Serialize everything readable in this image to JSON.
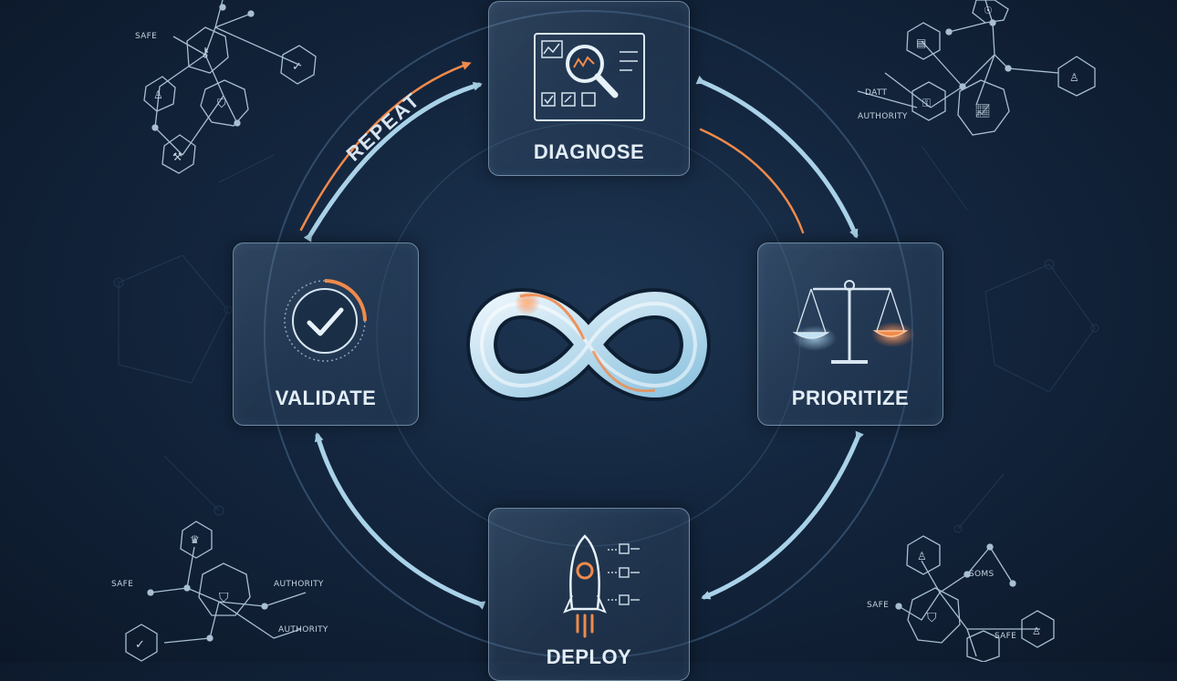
{
  "stages": {
    "diagnose": {
      "label": "DIAGNOSE",
      "icon": "magnifier-dashboard-icon"
    },
    "prioritize": {
      "label": "PRIORITIZE",
      "icon": "scales-icon"
    },
    "deploy": {
      "label": "DEPLOY",
      "icon": "rocket-icon"
    },
    "validate": {
      "label": "VALIDATE",
      "icon": "check-circle-icon"
    }
  },
  "repeat_label": "REPEAT",
  "center_icon": "infinity-icon",
  "colors": {
    "accent_orange": "#f08a4b",
    "arrow_blue": "#a9d2e8",
    "background": "#13253d"
  },
  "network_labels": {
    "top_left": [
      "SAFE"
    ],
    "top_right": [
      "DATT",
      "AUTHORITY"
    ],
    "bottom_left": [
      "SAFE",
      "AUTHORITY",
      "AUTHORITY"
    ],
    "bottom_right": [
      "SOMS",
      "SAFE",
      "SAFE"
    ]
  }
}
